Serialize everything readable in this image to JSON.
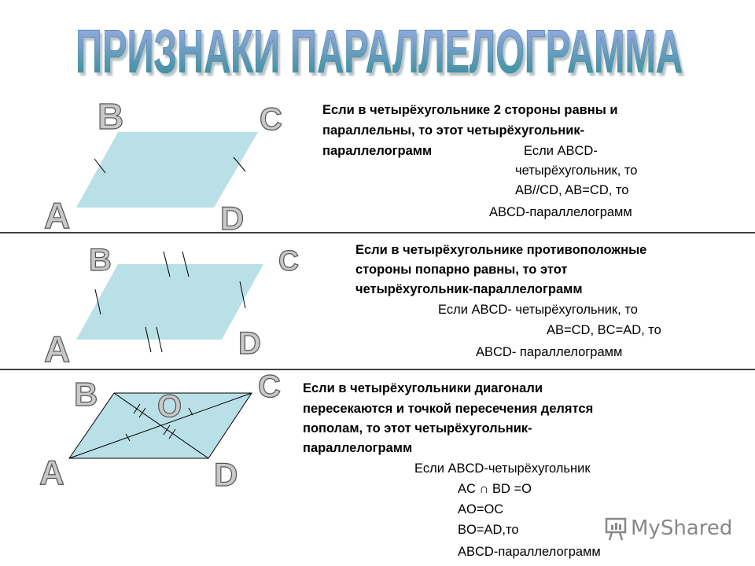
{
  "title": "ПРИЗНАКИ ПАРАЛЛЕЛОГРАММА",
  "colors": {
    "fill": "#b9e0e6",
    "title_top": "#9aa6e8",
    "title_bottom": "#2f8f96"
  },
  "sections": [
    {
      "vertices": {
        "a": "A",
        "b": "B",
        "c": "C",
        "d": "D"
      },
      "theorem": [
        "Если в четырёхугольнике 2 стороны равны и",
        "параллельны, то этот четырёхугольник-",
        "параллелограмм"
      ],
      "proof": [
        "Если ABCD-",
        "четырёхугольник, то",
        "AB//CD, AB=CD, то",
        "ABCD-параллелограмм"
      ]
    },
    {
      "vertices": {
        "a": "A",
        "b": "B",
        "c": "C",
        "d": "D"
      },
      "theorem": [
        "Если в четырёхугольнике противоположные",
        "стороны попарно равны, то  этот",
        "четырёхугольник-параллелограмм"
      ],
      "proof": [
        "Если ABCD- четырёхугольник, то",
        "AB=CD, BC=AD, то",
        "ABCD- параллелограмм"
      ]
    },
    {
      "vertices": {
        "a": "A",
        "b": "B",
        "c": "C",
        "d": "D",
        "o": "O"
      },
      "theorem": [
        "Если в четырёхугольники диагонали",
        "пересекаются и точкой пересечения делятся",
        "пополам, то этот четырёхугольник-",
        "параллелограмм"
      ],
      "proof": [
        "Если ABCD-четырёхугольник",
        "AC ∩ BD =O",
        "AO=OC",
        "BO=AD,то",
        "ABCD-параллелограмм"
      ]
    }
  ],
  "watermark": "MyShared"
}
